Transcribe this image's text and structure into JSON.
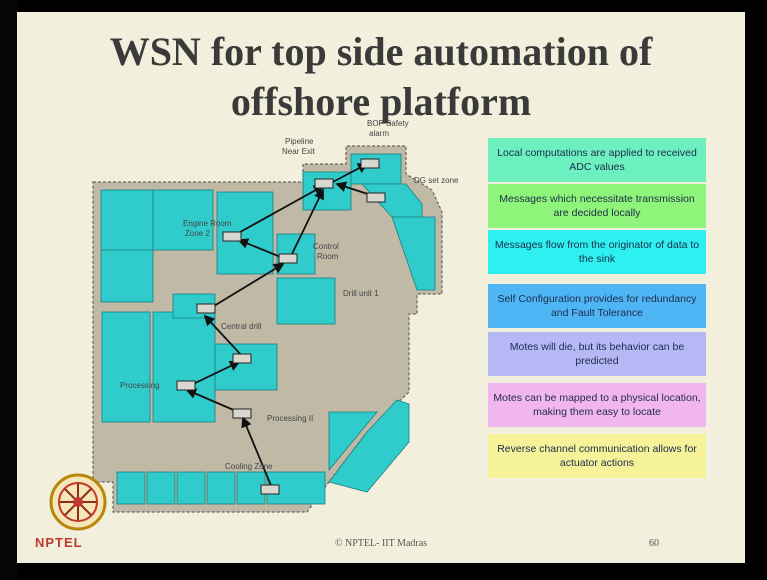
{
  "slide": {
    "title_line1": "WSN for top side automation of",
    "title_line2": "offshore platform",
    "footer": "© NPTEL- IIT Madras",
    "page_number": "60",
    "logo_text": "NPTEL"
  },
  "map_labels": {
    "pipeline": "Pipeline",
    "near_exit": "Near Exit",
    "bop": "BOP Safety",
    "alarm": "alarm",
    "dg_zone": "DG set zone",
    "engine_room": "Engine Room",
    "zone2": "Zone 2",
    "control": "Control",
    "room": "Room",
    "drill_unit": "Drill unit 1",
    "central_drill": "Central drill",
    "processing": "Processing",
    "processing2": "Processing II",
    "cooling": "Cooling Zone"
  },
  "notes": [
    {
      "text": "Local computations are applied to received ADC values",
      "color": "#6df0c0"
    },
    {
      "text": "Messages which necessitate transmission are decided locally",
      "color": "#8ef57a"
    },
    {
      "text": "Messages flow from the originator of data to the sink",
      "color": "#2ef0f0"
    },
    {
      "text": "Self Configuration provides for redundancy and Fault Tolerance",
      "color": "#4fb6f5"
    },
    {
      "text": "Motes will die, but its behavior can be predicted",
      "color": "#b6b8f5"
    },
    {
      "text": "Motes can be mapped to a physical location, making them easy to locate",
      "color": "#f2b6ee"
    },
    {
      "text": "Reverse channel communication allows for actuator actions",
      "color": "#f5f29a"
    }
  ]
}
